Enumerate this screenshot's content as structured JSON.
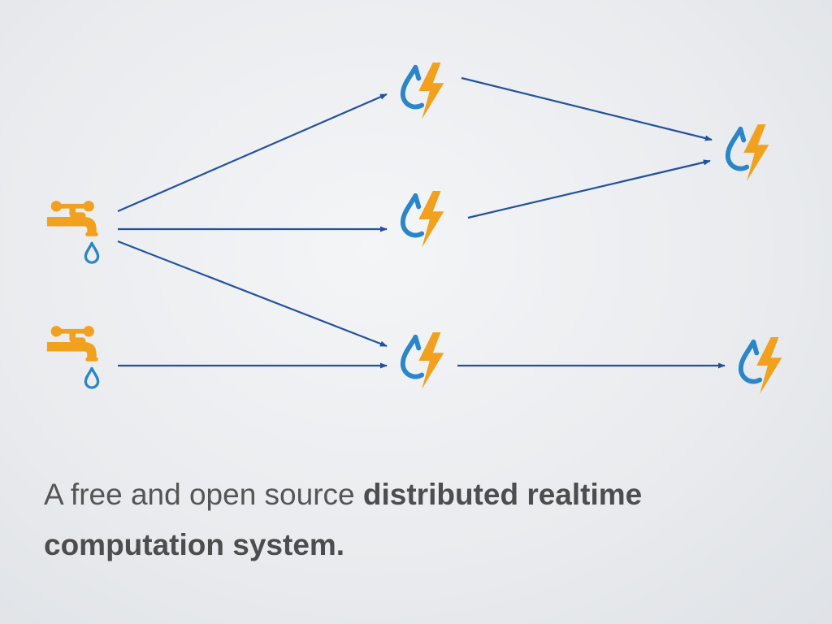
{
  "caption": {
    "plain": "A free and open source ",
    "bold_line1": "distributed realtime",
    "bold_line2": "computation system."
  },
  "colors": {
    "arrow": "#2152a0",
    "drop": "#2a86c8",
    "bolt": "#f2a11f",
    "faucet": "#f2a11f",
    "text": "#555555"
  },
  "nodes": [
    {
      "id": "spout-1",
      "kind": "spout",
      "icon": "faucet-icon"
    },
    {
      "id": "spout-2",
      "kind": "spout",
      "icon": "faucet-icon"
    },
    {
      "id": "bolt-1",
      "kind": "bolt",
      "icon": "drop-bolt-icon"
    },
    {
      "id": "bolt-2",
      "kind": "bolt",
      "icon": "drop-bolt-icon"
    },
    {
      "id": "bolt-3",
      "kind": "bolt",
      "icon": "drop-bolt-icon"
    },
    {
      "id": "bolt-4",
      "kind": "bolt",
      "icon": "drop-bolt-icon"
    },
    {
      "id": "bolt-5",
      "kind": "bolt",
      "icon": "drop-bolt-icon"
    }
  ],
  "edges": [
    {
      "from": "spout-1",
      "to": "bolt-1"
    },
    {
      "from": "spout-1",
      "to": "bolt-2"
    },
    {
      "from": "spout-1",
      "to": "bolt-3"
    },
    {
      "from": "spout-2",
      "to": "bolt-3"
    },
    {
      "from": "bolt-1",
      "to": "bolt-4"
    },
    {
      "from": "bolt-2",
      "to": "bolt-4"
    },
    {
      "from": "bolt-3",
      "to": "bolt-5"
    }
  ]
}
